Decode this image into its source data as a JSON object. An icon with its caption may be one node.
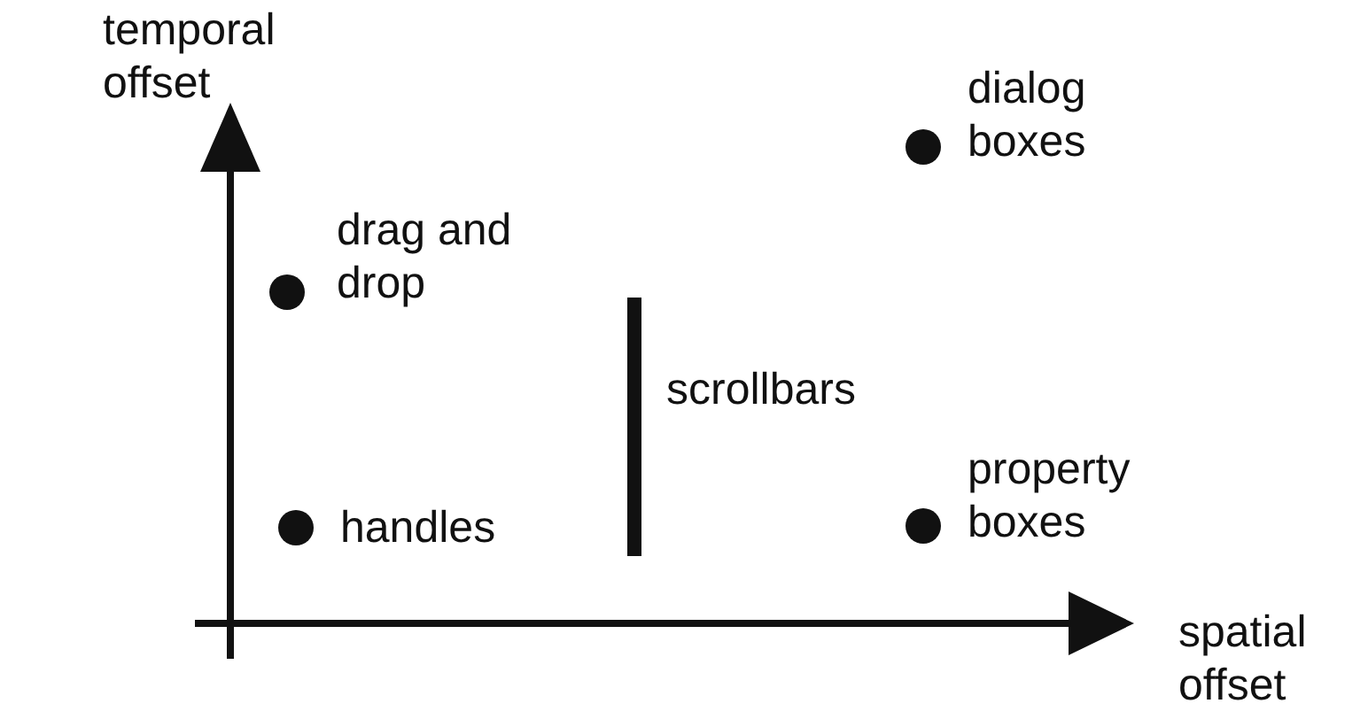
{
  "diagram": {
    "labels": [
      "temporal offset",
      "dialog boxes",
      "drag and drop",
      "scrollbars",
      "property boxes",
      "handles",
      "spatial offset"
    ]
  }
}
